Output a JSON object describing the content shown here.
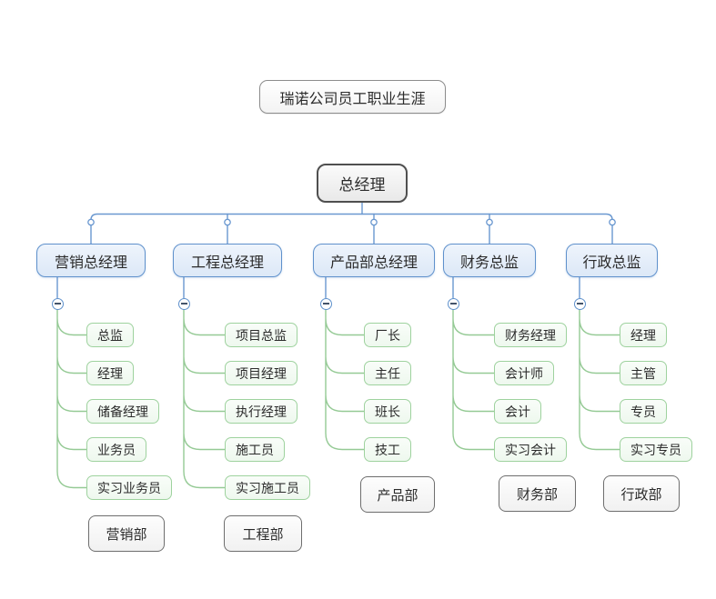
{
  "title": "瑞诺公司员工职业生涯",
  "root": "总经理",
  "branches": [
    {
      "label": "营销总经理",
      "children": [
        "总监",
        "经理",
        "储备经理",
        "业务员",
        "实习业务员"
      ],
      "department": "营销部"
    },
    {
      "label": "工程总经理",
      "children": [
        "项目总监",
        "项目经理",
        "执行经理",
        "施工员",
        "实习施工员"
      ],
      "department": "工程部"
    },
    {
      "label": "产品部总经理",
      "children": [
        "厂长",
        "主任",
        "班长",
        "技工"
      ],
      "department": "产品部"
    },
    {
      "label": "财务总监",
      "children": [
        "财务经理",
        "会计师",
        "会计",
        "实习会计"
      ],
      "department": "财务部"
    },
    {
      "label": "行政总监",
      "children": [
        "经理",
        "主管",
        "专员",
        "实习专员"
      ],
      "department": "行政部"
    }
  ],
  "icons": {
    "collapse": "−",
    "connector_dot": "o"
  },
  "colors": {
    "canvas_bg": "#ffffff",
    "blue_line": "#6a98d0",
    "blue_node_border": "#5f91cc",
    "blue_node_fill": "#e9f1fb",
    "green_line": "#95ca95",
    "green_node_border": "#9ed29e",
    "green_node_fill": "#f2faf2",
    "gray_node_border": "#6e6e6e",
    "root_node_border": "#4f4f4f",
    "text": "#2b2b2b"
  }
}
